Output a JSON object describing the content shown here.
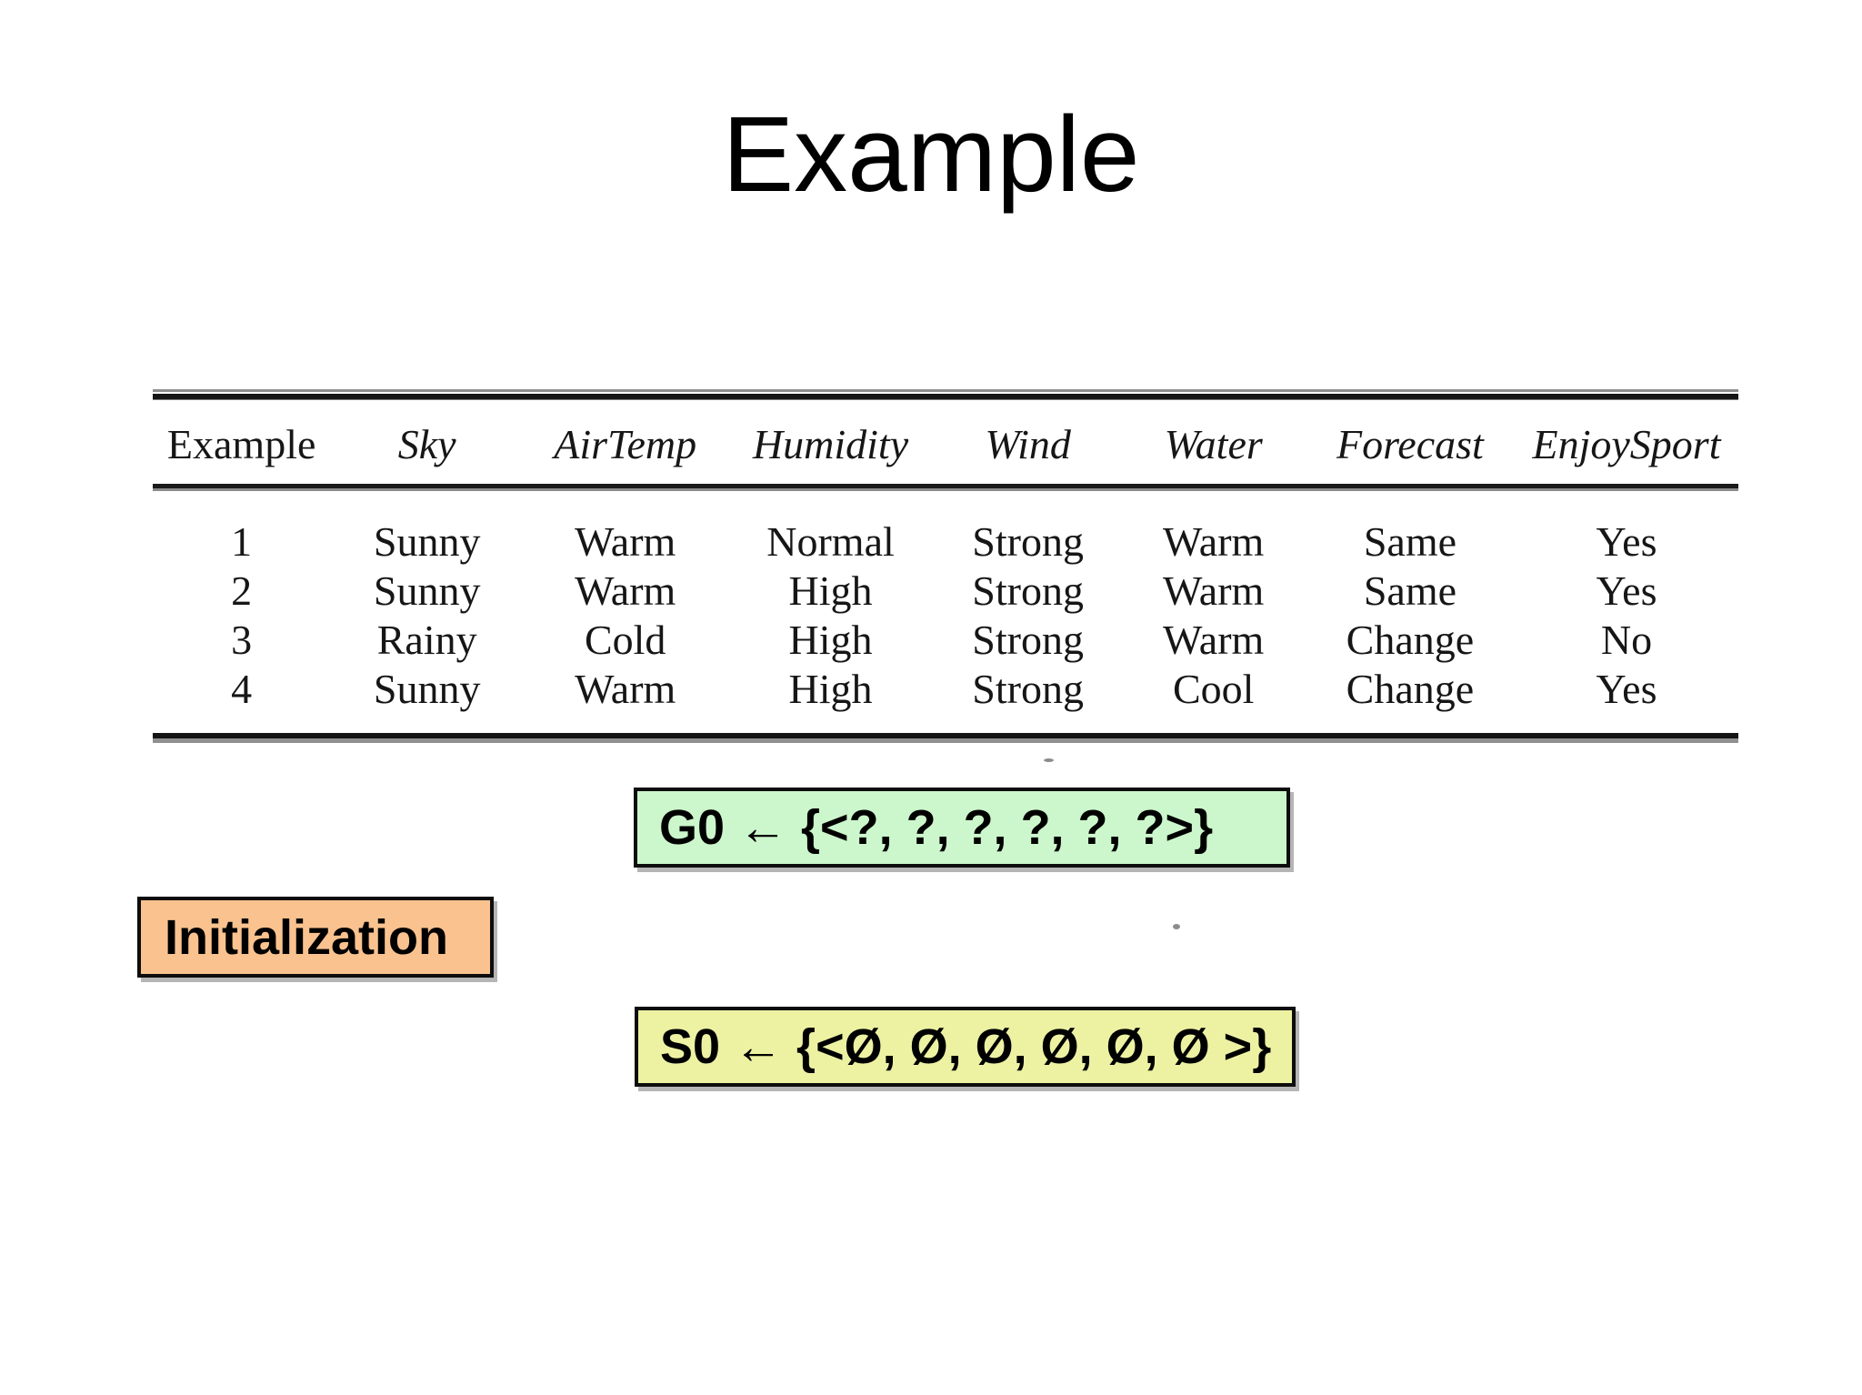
{
  "slide": {
    "title": "Example",
    "background": "#ffffff"
  },
  "dataset_table": {
    "columns": [
      "Example",
      "Sky",
      "AirTemp",
      "Humidity",
      "Wind",
      "Water",
      "Forecast",
      "EnjoySport"
    ],
    "rows": [
      [
        "1",
        "Sunny",
        "Warm",
        "Normal",
        "Strong",
        "Warm",
        "Same",
        "Yes"
      ],
      [
        "2",
        "Sunny",
        "Warm",
        "High",
        "Strong",
        "Warm",
        "Same",
        "Yes"
      ],
      [
        "3",
        "Rainy",
        "Cold",
        "High",
        "Strong",
        "Warm",
        "Change",
        "No"
      ],
      [
        "4",
        "Sunny",
        "Warm",
        "High",
        "Strong",
        "Cool",
        "Change",
        "Yes"
      ]
    ]
  },
  "annotations": {
    "g0": {
      "text": "G0 ← {<?, ?, ?, ?, ?, ?>}",
      "fill": "#ccf6cb",
      "border": "#0d0d0d"
    },
    "initialization": {
      "text": "Initialization",
      "fill": "#f9c28f",
      "border": "#0d0d0d"
    },
    "s0": {
      "text": "S0 ← {<Ø, Ø, Ø, Ø, Ø, Ø >}",
      "fill": "#edf2a3",
      "border": "#0d0d0d"
    }
  }
}
